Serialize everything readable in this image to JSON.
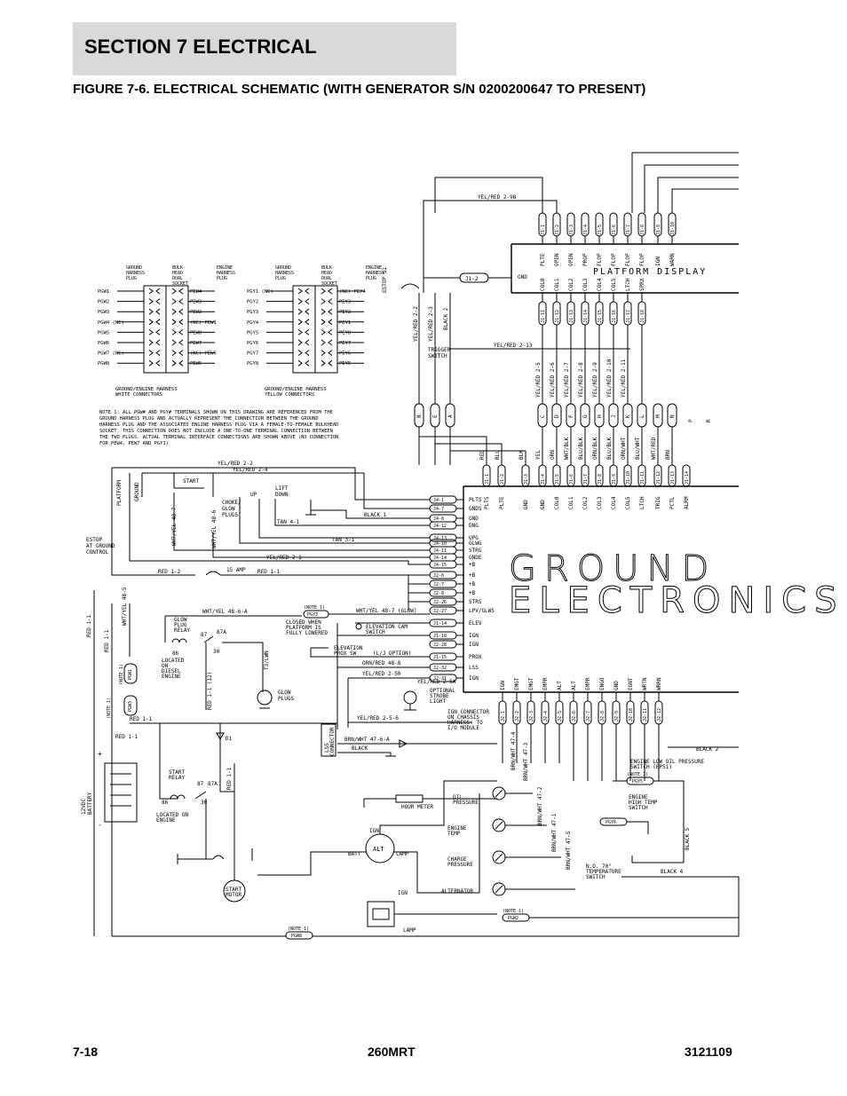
{
  "header": {
    "section": "SECTION 7   ELECTRICAL",
    "figure": "FIGURE 7-6. ELECTRICAL SCHEMATIC (WITH GENERATOR S/N 0200200647 TO PRESENT)"
  },
  "footer": {
    "page": "7-18",
    "model": "260MRT",
    "doc_number": "3121109"
  },
  "diagram": {
    "platform_display": "PLATFORM DISPLAY",
    "ground_electronics_1": "GROUND",
    "ground_electronics_2": "ELECTRONICS",
    "display_top_pins": [
      "PLTE",
      "OPEN",
      "OPEN",
      "PROP",
      "FLOP",
      "FLOP",
      "FLOP",
      "FLOP",
      "IGN",
      "WARN"
    ],
    "display_bottom_pins": [
      "COL0",
      "COL1",
      "COL2",
      "COL3",
      "COL4",
      "COL5",
      "LTCH",
      "SPRX"
    ],
    "gnd_label": "GND",
    "connector_j1_2": "J1-2",
    "estop_label": "ESTOP\nS1",
    "wire_yel_red_2_9b": "YEL/RED 2-9B",
    "wire_yel_red_2_2": "YEL/RED 2-2",
    "wire_yel_red_2_3": "YEL/RED 2-3",
    "wire_black_2": "BLACK 2",
    "trigger_switch": "TRIGGER\nSWITCH",
    "wire_yel_red_2_13": "YEL/RED 2-13",
    "vertical_wires": [
      "YEL/RED 2-5",
      "YEL/RED 2-6",
      "YEL/RED 2-7",
      "YEL/RED 2-8",
      "YEL/RED 2-9",
      "YEL/RED 2-10",
      "YEL/RED 2-11"
    ],
    "plug_letters": [
      "B",
      "E",
      "A",
      "C",
      "D",
      "F",
      "G",
      "H",
      "J",
      "K",
      "L",
      "M",
      "N",
      "P",
      "R"
    ],
    "color_wires": [
      "RED",
      "BLU",
      "BLK",
      "YEL",
      "ORN",
      "WHT/BLK",
      "BLU/BLK",
      "ORN/BLK",
      "BLU/BLK",
      "ORN/WHT",
      "BLU/WHT",
      "WHT/RED",
      "BRN"
    ],
    "ge_top_pins": [
      "PLTS",
      "PLTE",
      "GND",
      "GND",
      "COL0",
      "COL1",
      "COL2",
      "COL3",
      "COL4",
      "COL5",
      "LTCH",
      "TRIG",
      "PCTL",
      "ALRM"
    ],
    "left_pins": [
      "PLTS",
      "GNDS",
      "GND",
      "DNG",
      "UPG",
      "GLWG",
      "STRG",
      "GNDE",
      "+B",
      "+B",
      "+B",
      "+B",
      "STRS",
      "LPV/GLWS",
      "ELEV",
      "IGN",
      "IGN",
      "PROX",
      "LSS",
      "IGN"
    ],
    "left_connectors": [
      "J4-1",
      "J4-7",
      "J4-8",
      "J4-12",
      "J4-13",
      "J4-10",
      "J4-11",
      "J4-14",
      "J4-15",
      "J2-6",
      "J2-7",
      "J2-8",
      "J2-26",
      "J2-27",
      "J1-14",
      "J1-18",
      "J2-28",
      "J1-15",
      "J2-32",
      "J2-31"
    ],
    "ge_bottom_pins": [
      "IGN",
      "EMGT",
      "EMGT",
      "EMPR",
      "ALT",
      "ALT",
      "EMPR",
      "ENGO",
      "GND",
      "EGNT",
      "WRTN",
      "WRRN"
    ],
    "harness_white": {
      "headers": [
        "GROUND\nHARNESS\nPLUG",
        "BULK-\nHEAD\nDUAL\nSOCKET",
        "ENGINE\nHARNESS\nPLUG"
      ],
      "left": [
        "PGW1",
        "PGW2",
        "PGW3",
        "PGW4  (NC)",
        "PGW5",
        "PGW6",
        "PGW7  (NC)",
        "PGW8"
      ],
      "right": [
        "PEW4",
        "PEW3",
        "PEW2",
        "(NC)  PEW1",
        "PEW8",
        "PEW7",
        "(NC)  PEW6",
        "PEW5"
      ],
      "caption": "GROUND/ENGINE HARNESS\nWHITE CONNECTORS"
    },
    "harness_yellow": {
      "headers": [
        "GROUND\nHARNESS\nPLUG",
        "BULK-\nHEAD\nDUAL\nSOCKET",
        "ENGINE\nHARNESS\nPLUG"
      ],
      "left": [
        "PGY1  (NC)",
        "PGY2",
        "PGY3",
        "PGY4",
        "PGY5",
        "PGY6",
        "PGY7",
        "PGY8"
      ],
      "right": [
        "(NC)  PEY4",
        "PEY3",
        "PEY2",
        "PEY1",
        "PEY8",
        "PEY7",
        "PEY6",
        "PEY5"
      ],
      "caption": "GROUND/ENGINE HARNESS\nYELLOW CONNECTORS"
    },
    "note": "NOTE 1: ALL PGW# AND PGY# TERMINALS SHOWN ON THIS DRAWING ARE REFERENCED FROM THE\nGROUND HARNESS PLUG AND ACTUALLY REPRESENT THE CONNECTION BETWEEN THE GROUND\nHARNESS PLUG AND THE ASSOCIATED ENGINE HARNESS PLUG VIA A FEMALE-TO-FEMALE BULKHEAD\nSOCKET. THIS CONNECTION DOES NOT INCLUDE A ONE-TO-ONE TERMINAL CONNECTION BETWEEN\nTHE TWO PLUGS. ACTUAL TERMINAL INTERFACE CONNECTIONS ARE SHOWN ABOVE (NO CONNECTION\nFOR PEW4, PEW7 AND PGY1)",
    "labels": {
      "platform": "PLATFORM",
      "ground": "GROUND",
      "start": "START",
      "choke_glow": "CHOKE/\nGLOW\nPLUGS",
      "lift": "LIFT",
      "up": "UP",
      "down": "DOWN",
      "tan_4_1": "TAN 4-1",
      "tan_3_1": "TAN 3-1",
      "black_1": "BLACK 1",
      "wht_yel_48_7": "WHT/YEL 48-7",
      "wht_yel_48_6": "WHT/YEL 48-6",
      "estop_ground": "ESTOP\nAT GROUND\nCONTROL",
      "yel_red_2_2b": "YEL/RED 2-2",
      "yel_red_2_4": "YEL/RED 2-4",
      "yel_red_2_1": "YEL/RED 2-1",
      "red_1_2": "RED 1-2",
      "amp_15": "15 AMP",
      "red_1_1": "RED 1-1",
      "wht_yel_48_6_a": "WHT/YEL 48-6-A",
      "note1_pgy3": "(NOTE 1)",
      "pgy3": "PGY3",
      "wht_yel_48_7_glow": "WHT/YEL 48-7 (GLOW)",
      "closed_when": "CLOSED WHEN\nPLATFORM IS\nFULLY LOWERED",
      "elev_cam": "ELEVATION CAM\nSWITCH",
      "elev_prox": "ELEVATION\nPROX SW",
      "lj_option": "(L/J OPTION)",
      "orn_red_48_8": "ORN/RED 48-8",
      "yel_red_2_50": "YEL/RED 2-50",
      "yel_red_2_5a": "YEL/RED 2-5A",
      "strobe": "OPTIONAL\nSTROBE\nLIGHT",
      "yel_red_2_5_6": "YEL/RED 2-5-6",
      "ign_connector": "IGN CONNECTOR\nON CHASSIS\nHARNESS: TO\nI/O MODULE",
      "lss_connector": "LSS\nCONNECTOR",
      "brn_wht_47_6_a": "BRN/WHT 47-6-A",
      "black": "BLACK",
      "glow_plug_relay": "GLOW\nPLUG\nRELAY",
      "located_diesel": "LOCATED\nON\nDIESEL\nENGINE",
      "glow_plugs": "GLOW\nPLUGS",
      "start_relay": "START\nRELAY",
      "located_engine": "LOCATED ON\nENGINE",
      "battery": "12VDC\nBATTERY",
      "start_motor": "START\nMOTOR",
      "alt": "ALT",
      "batt": "BATT",
      "lamp": "LAMP",
      "ign": "IGN",
      "hour_meter": "HOUR METER",
      "oil_pressure": "OIL\nPRESSURE",
      "engine_temp": "ENGINE\nTEMP",
      "charge_pressure": "CHARGE\nPRESSURE",
      "alternator": "ALTERNATOR",
      "engine_low_oil": "ENGINE LOW OIL PRESSURE\nSWITCH (BPS1)",
      "engine_high_temp": "ENGINE\nHIGH TEMP\nSWITCH",
      "temp_switch": "N.O. 70°\nTEMPERATURE\nSWITCH",
      "black_5": "BLACK 5",
      "black_2b": "BLACK 2",
      "black_4": "BLACK 4",
      "pgw8": "PGW8",
      "pgw2": "PGW2",
      "pgy5": "PGY5",
      "pgy6": "PGY6",
      "pgw3": "PGW3",
      "pgw1": "PGW1",
      "note1": "(NOTE 1)",
      "red_1_1_12": "RED 1-1 (12)",
      "d1": "D1",
      "t3_lwn": "T3/LWN",
      "brn_wht_47_5": "BRN/WHT 47-5",
      "brn_wht_47_4": "BRN/WHT 47-4",
      "brn_wht_47_3": "BRN/WHT 47-3",
      "brn_wht_47_2": "BRN/WHT 47-2",
      "brn_wht_47_1": "BRN/WHT 47-1"
    }
  }
}
